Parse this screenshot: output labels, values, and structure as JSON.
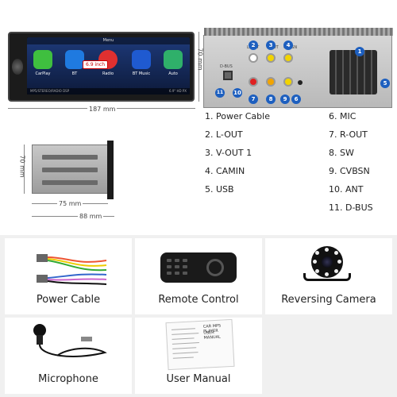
{
  "head_unit": {
    "screen_title": "Menu",
    "size_callout": "6.9 inch",
    "status_bar": "MP5/STEREO/RADIO DSP",
    "status_bar_right": "6.9\" HD PX",
    "apps": [
      {
        "label": "CarPlay",
        "icon": "carplay-icon",
        "color": "#3fbf3f"
      },
      {
        "label": "BT",
        "icon": "bluetooth-icon",
        "color": "#1f7ae0"
      },
      {
        "label": "Radio",
        "icon": "radio-icon",
        "color": "#e03030"
      },
      {
        "label": "BT Music",
        "icon": "bluetooth-music-icon",
        "color": "#1f5ad0"
      },
      {
        "label": "Auto",
        "icon": "android-auto-icon",
        "color": "#2fb06a"
      }
    ]
  },
  "dimensions": {
    "front_width": "187 mm",
    "front_height": "70 mm",
    "side_height": "70 mm",
    "side_depth_inner": "75 mm",
    "side_depth_total": "88 mm"
  },
  "port_numbers": [
    "1",
    "2",
    "3",
    "4",
    "5",
    "6",
    "7",
    "8",
    "9",
    "10",
    "11"
  ],
  "rear_labels": {
    "l_out": "L-OUT",
    "v_out": "V-OUT",
    "cvbsn": "CVBSN",
    "d_bus": "D-BUS",
    "r_out": "R-OUT",
    "sw": "SW",
    "mic": "MIC"
  },
  "parts_list": [
    {
      "num": "1.",
      "name": "Power Cable"
    },
    {
      "num": "2.",
      "name": "L-OUT"
    },
    {
      "num": "3.",
      "name": "V-OUT 1"
    },
    {
      "num": "4.",
      "name": "CAMIN"
    },
    {
      "num": "5.",
      "name": "USB"
    },
    {
      "num": "6.",
      "name": "MIC"
    },
    {
      "num": "7.",
      "name": "R-OUT"
    },
    {
      "num": "8.",
      "name": "SW"
    },
    {
      "num": "9.",
      "name": "CVBSN"
    },
    {
      "num": "10.",
      "name": "ANT"
    },
    {
      "num": "11.",
      "name": "D-BUS"
    }
  ],
  "accessories": [
    {
      "label": "Power Cable",
      "icon": "power-cable-icon"
    },
    {
      "label": "Remote Control",
      "icon": "remote-control-icon"
    },
    {
      "label": "Reversing Camera",
      "icon": "reversing-camera-icon"
    },
    {
      "label": "Microphone",
      "icon": "microphone-icon"
    },
    {
      "label": "User Manual",
      "icon": "user-manual-icon"
    }
  ],
  "manual_text": {
    "title": "CAR MP5 PLAYER",
    "sub": "USER MANUAL"
  }
}
